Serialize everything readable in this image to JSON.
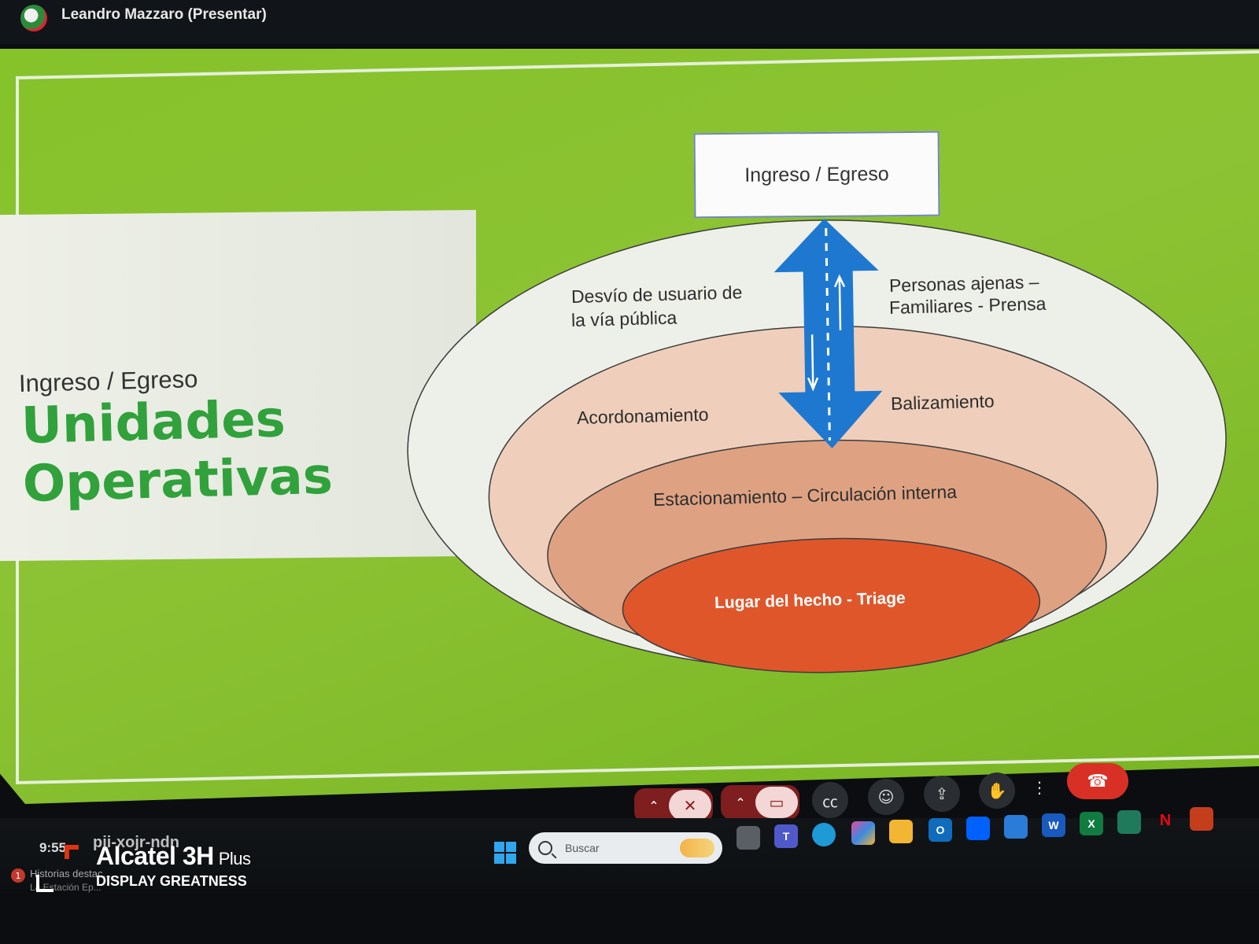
{
  "presenter": {
    "name": "Leandro Mazzaro (Presentar)"
  },
  "slide": {
    "subheading": "Ingreso / Egreso",
    "heading_line1": "Unidades",
    "heading_line2": "Operativas",
    "colors": {
      "background": "#86c22a",
      "heading": "#31a13c"
    }
  },
  "diagram": {
    "top_box": "Ingreso / Egreso",
    "outer_left": [
      "Desvío de usuario de",
      "la vía pública"
    ],
    "outer_right": [
      "Personas   ajenas   –",
      "Familiares - Prensa"
    ],
    "ring2_left": "Acordonamiento",
    "ring2_right": "Balizamiento",
    "ring3": "Estacionamiento – Circulación interna",
    "core": "Lugar del hecho - Triage",
    "colors": {
      "outer": "#edefe9",
      "ring2": "#efcfbb",
      "ring3": "#dea283",
      "core": "#e0562b",
      "arrow": "#1f78cf"
    }
  },
  "controls": {
    "mic_icon": "mic-off-icon",
    "cam_icon": "camera-off-icon",
    "captions_icon": "cc-icon",
    "emoji_icon": "emoji-icon",
    "present_icon": "present-screen-icon",
    "hand_icon": "raise-hand-icon",
    "more_icon": "more-options-icon",
    "end_call_icon": "hang-up-icon"
  },
  "taskbar": {
    "search_placeholder": "Buscar",
    "apps": [
      "file-explorer",
      "teams",
      "edge",
      "copilot",
      "folder",
      "outlook",
      "dropbox",
      "activity",
      "word",
      "excel",
      "notes",
      "netflix",
      "powerpoint"
    ]
  },
  "status": {
    "time": "9:55",
    "meeting_code": "pji-xojr-ndn",
    "news_line1": "Historias destac...",
    "news_line2": "La Estación Ep...",
    "news_badge": "1"
  },
  "watermark": {
    "brand": "Alcatel 3H",
    "brand_suffix": "Plus",
    "tagline": "DISPLAY GREATNESS"
  }
}
